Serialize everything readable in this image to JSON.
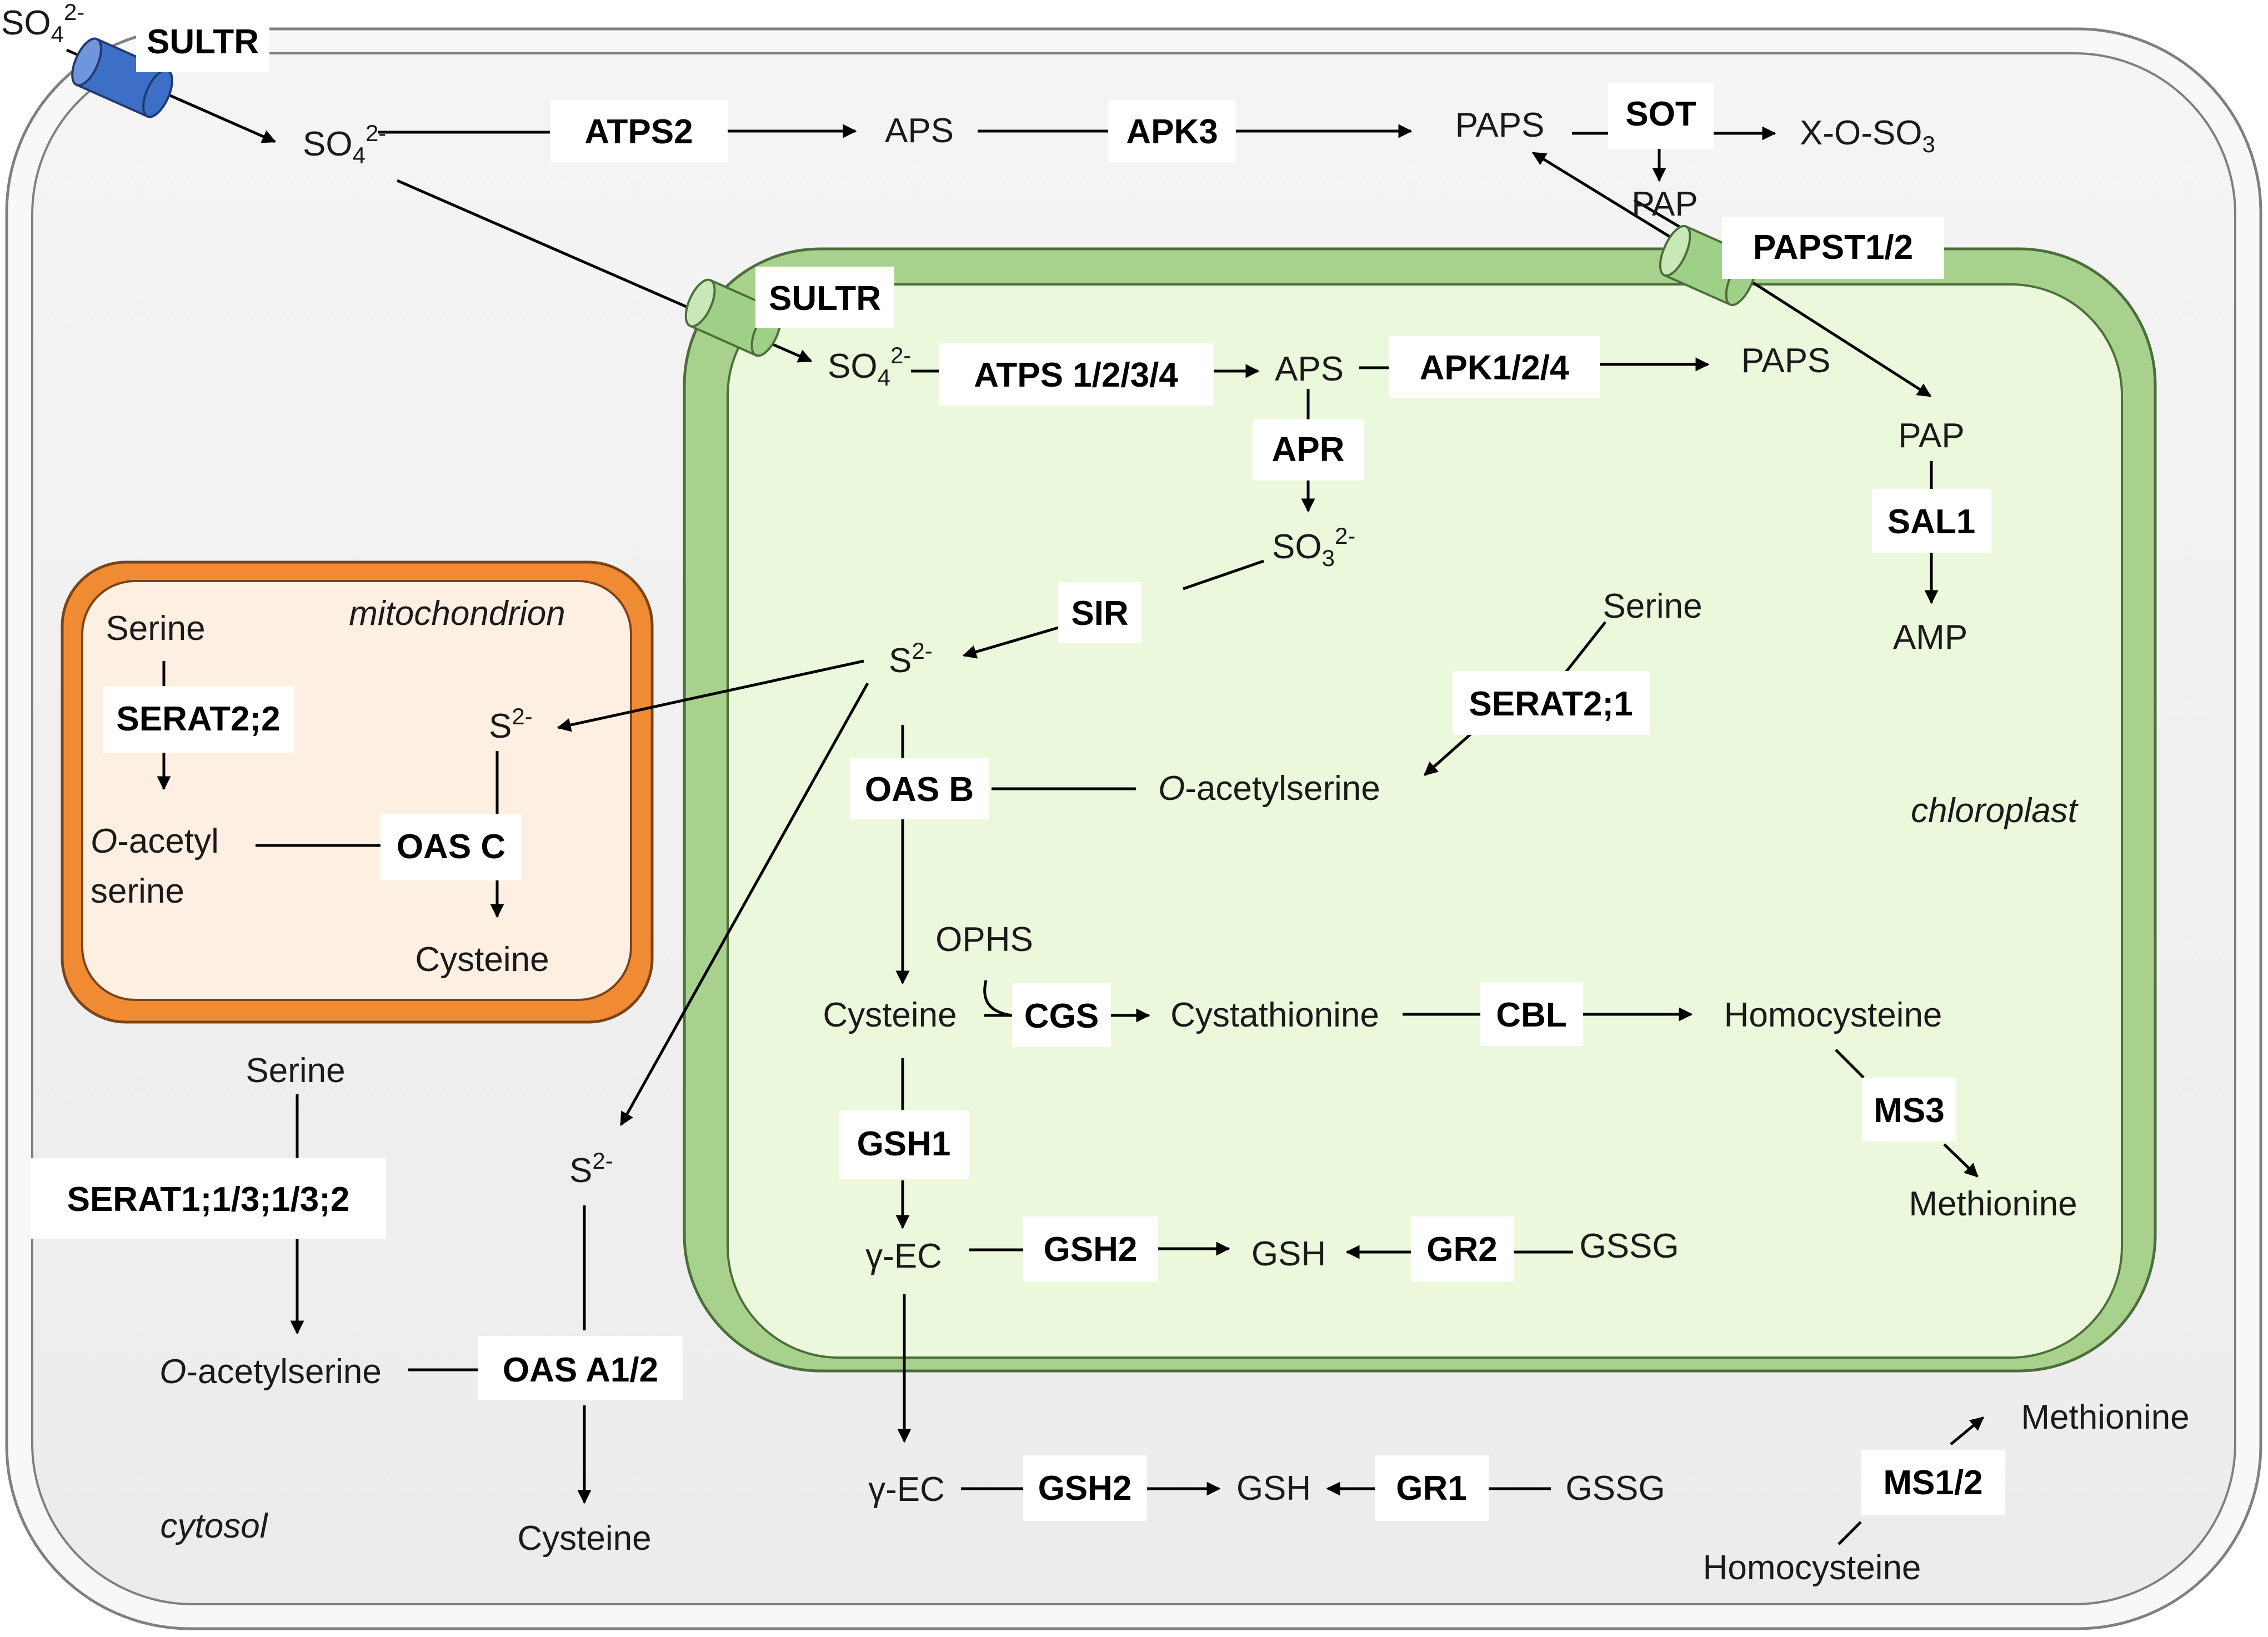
{
  "compartments": {
    "cytosol": "cytosol",
    "chloroplast": "chloroplast",
    "mitochondrion": "mitochondrion"
  },
  "colors": {
    "cell_fill": "#efefef",
    "chloroplast_border": "#a9d18e",
    "chloroplast_fill": "#ebf8dc",
    "mitochondrion_border": "#f08a33",
    "mitochondrion_fill": "#fdefe2",
    "transporter_blue": "#3d6fc7",
    "transporter_green": "#9fd088"
  },
  "metabolites": {
    "so4_ext_base": "SO",
    "so4_ext_sub": "4",
    "so4_ext_sup": "2-",
    "so4_cyt_base": "SO",
    "so4_cyt_sub": "4",
    "so4_cyt_sup": "2-",
    "aps_cyt": "APS",
    "paps_cyt": "PAPS",
    "x_o_so3_base": "X-O-SO",
    "x_o_so3_sub": "3",
    "pap_cyt": "PAP",
    "so4_chl_base": "SO",
    "so4_chl_sub": "4",
    "so4_chl_sup": "2-",
    "aps_chl": "APS",
    "paps_chl": "PAPS",
    "pap_chl": "PAP",
    "amp": "AMP",
    "so3_base": "SO",
    "so3_sub": "3",
    "so3_sup": "2-",
    "s2_chl_base": "S",
    "s2_chl_sup": "2-",
    "serine_chl": "Serine",
    "oas_chl_italic": "O",
    "oas_chl_rest": "-acetylserine",
    "ophs": "OPHS",
    "cysteine_chl": "Cysteine",
    "cystathionine": "Cystathionine",
    "homocysteine_chl": "Homocysteine",
    "methionine_chl": "Methionine",
    "gec_chl": "γ-EC",
    "gsh_chl": "GSH",
    "gssg_chl": "GSSG",
    "serine_mit": "Serine",
    "s2_mit_base": "S",
    "s2_mit_sup": "2-",
    "oas_mit_italic": "O",
    "oas_mit_rest": "-acetyl",
    "oas_mit_line2": "serine",
    "cysteine_mit": "Cysteine",
    "serine_cyt": "Serine",
    "s2_cyt_base": "S",
    "s2_cyt_sup": "2-",
    "oas_cyt_italic": "O",
    "oas_cyt_rest": "-acetylserine",
    "cysteine_cyt": "Cysteine",
    "gec_cyt": "γ-EC",
    "gsh_cyt": "GSH",
    "gssg_cyt": "GSSG",
    "methionine_cyt": "Methionine",
    "homocysteine_cyt": "Homocysteine"
  },
  "enzymes": {
    "sultr_pm": "SULTR",
    "atps2": "ATPS2",
    "apk3": "APK3",
    "sot": "SOT",
    "papst": "PAPST1/2",
    "sultr_chl": "SULTR",
    "atps1234": "ATPS 1/2/3/4",
    "apk124": "APK1/2/4",
    "apr": "APR",
    "sir": "SIR",
    "sal1": "SAL1",
    "serat21": "SERAT2;1",
    "oasb": "OAS B",
    "cgs": "CGS",
    "cbl": "CBL",
    "ms3": "MS3",
    "gsh1": "GSH1",
    "gsh2_chl": "GSH2",
    "gr2": "GR2",
    "serat22": "SERAT2;2",
    "oasc": "OAS C",
    "serat1": "SERAT1;1/3;1/3;2",
    "oasa": "OAS A1/2",
    "gsh2_cyt": "GSH2",
    "gr1": "GR1",
    "ms12": "MS1/2"
  }
}
